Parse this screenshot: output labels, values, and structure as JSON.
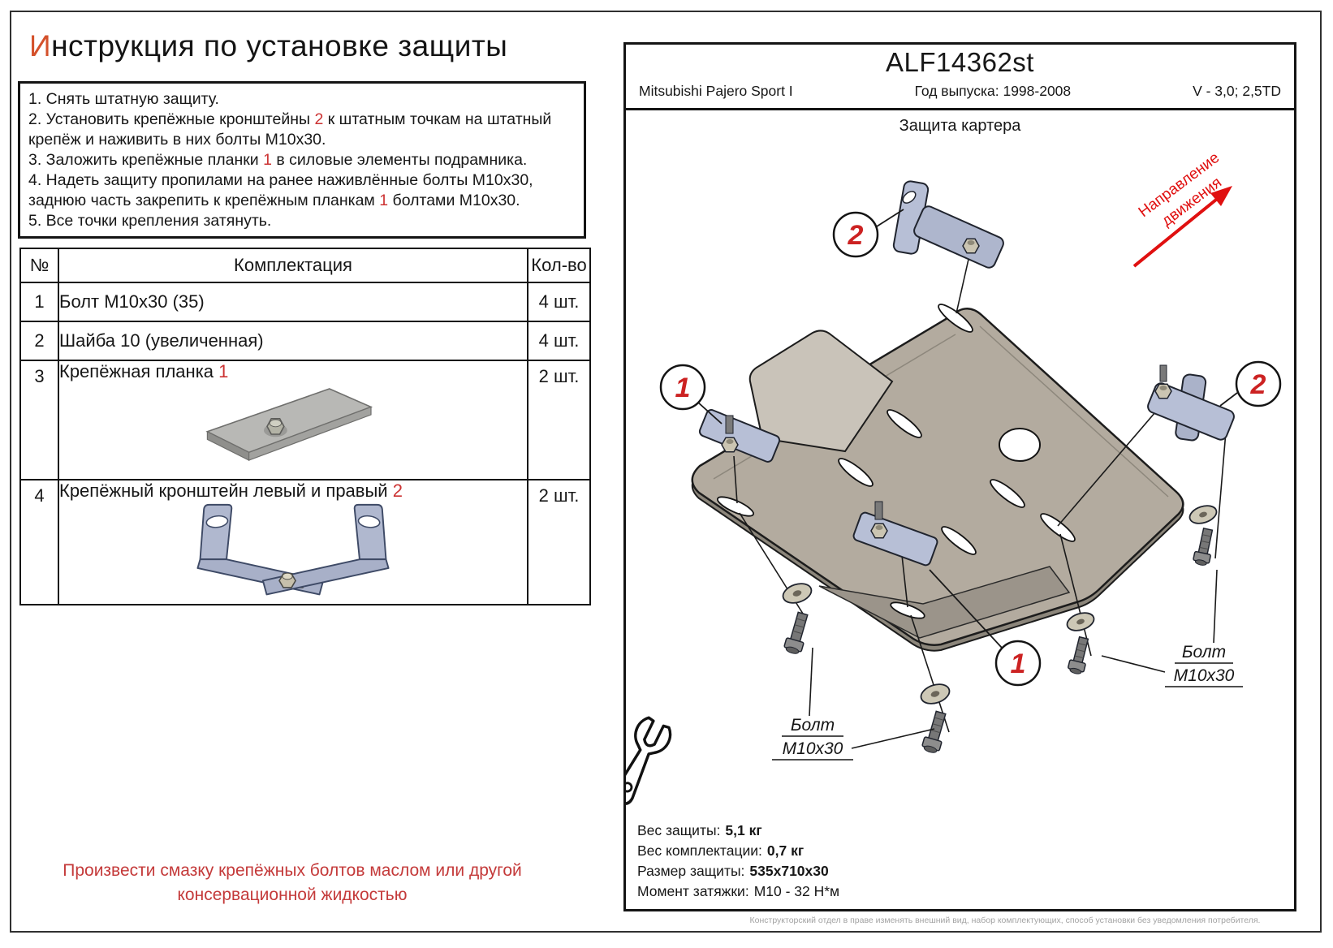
{
  "title": {
    "first_letter": "И",
    "rest": "нструкция по установке защиты"
  },
  "instruction_lines": [
    {
      "pre": "1. Снять штатную защиту.",
      "num": "",
      "post": ""
    },
    {
      "pre": "2. Установить крепёжные кронштейны ",
      "num": "2",
      "post": " к штатным точкам на штатный"
    },
    {
      "pre": "крепёж и наживить в них болты М10х30.",
      "num": "",
      "post": ""
    },
    {
      "pre": "3. Заложить крепёжные планки ",
      "num": "1",
      "post": " в силовые элементы подрамника."
    },
    {
      "pre": "4. Надеть защиту пропилами на ранее наживлённые болты М10х30,",
      "num": "",
      "post": ""
    },
    {
      "pre": "заднюю часть закрепить к крепёжным планкам ",
      "num": "1",
      "post": " болтами М10х30."
    },
    {
      "pre": "5. Все точки крепления затянуть.",
      "num": "",
      "post": ""
    }
  ],
  "table": {
    "headers": {
      "num": "№",
      "name": "Комплектация",
      "qty": "Кол-во"
    },
    "rows": [
      {
        "num": "1",
        "name": "Болт М10х30 (35)",
        "red": "",
        "qty": "4 шт."
      },
      {
        "num": "2",
        "name": "Шайба 10 (увеличенная)",
        "red": "",
        "qty": "4 шт."
      },
      {
        "num": "3",
        "name": "Крепёжная планка ",
        "red": "1",
        "qty": "2 шт."
      },
      {
        "num": "4",
        "name": "Крепёжный кронштейн левый и правый ",
        "red": "2",
        "qty": "2 шт."
      }
    ]
  },
  "lubrication_note": {
    "line1": "Произвести смазку крепёжных болтов маслом или другой",
    "line2": "консервационной жидкостью"
  },
  "part_card": {
    "code": "ALF14362st",
    "model": "Mitsubishi Pajero Sport I",
    "year": "Год выпуска: 1998-2008",
    "engine": "V - 3,0; 2,5TD",
    "part_name": "Защита картера"
  },
  "diagram": {
    "direction_line1": "Направление",
    "direction_line2": "движения",
    "callout_plank": "1",
    "callout_bracket": "2",
    "bolt_word": "Болт",
    "bolt_size": "М10х30"
  },
  "specs": [
    {
      "label": "Вес защиты:",
      "value": "5,1 кг"
    },
    {
      "label": "Вес комплектации:",
      "value": "0,7 кг"
    },
    {
      "label": "Размер защиты:",
      "value": "535х710х30"
    },
    {
      "label": "Момент затяжки:",
      "value": "М10 - 32 Н*м"
    }
  ],
  "footer": {
    "disclaimer": "Конструкторский отдел в праве изменять внешний вид, набор комплектующих, способ установки без уведомления потребителя."
  },
  "colors": {
    "title_accent": "#d4512b",
    "inline_red": "#cc3333",
    "callout_red": "#cc2222",
    "direction_red": "#e01010",
    "note_red": "#c43a3a",
    "plate_fill": "#b3ab9f",
    "bracket_fill": "#b7bfd6"
  }
}
